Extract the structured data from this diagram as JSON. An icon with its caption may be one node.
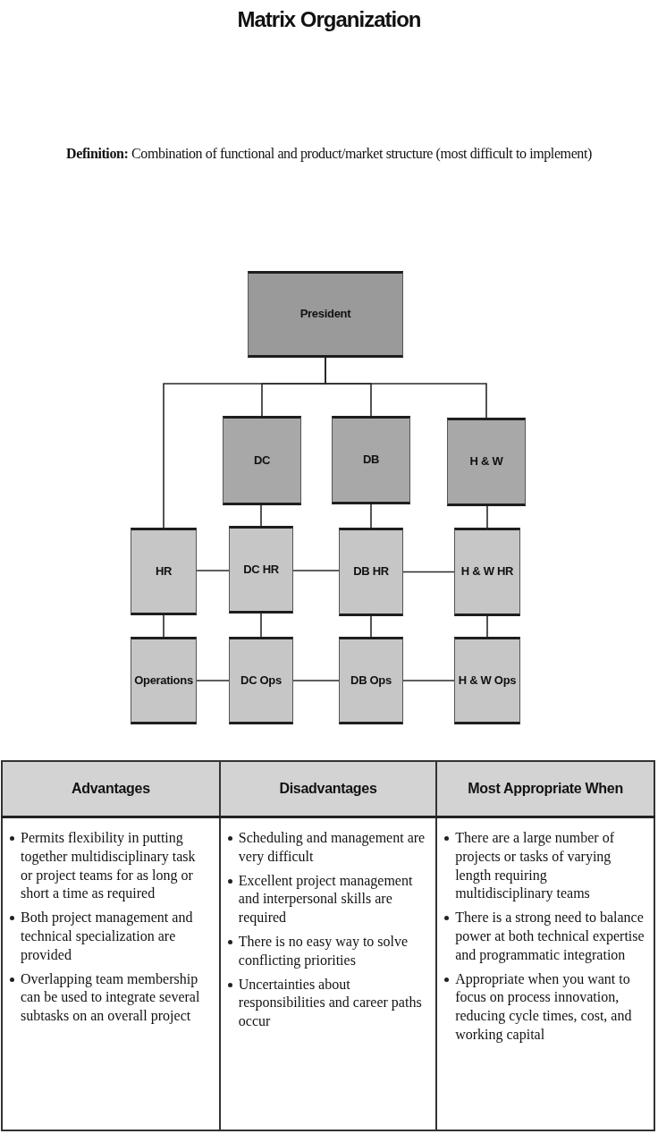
{
  "diagram": {
    "title": "Matrix Organization",
    "nodes": [
      {
        "text": [
          "President"
        ]
      },
      {
        "text": [
          "DC"
        ]
      },
      {
        "text": [
          "DB"
        ]
      },
      {
        "text": [
          "H & W"
        ]
      },
      {
        "text": [
          "HR"
        ]
      },
      {
        "text": [
          "DC HR"
        ]
      },
      {
        "text": [
          "DB HR"
        ]
      },
      {
        "text": [
          "H & W HR"
        ]
      },
      {
        "text": [
          "Operations"
        ]
      },
      {
        "text": [
          "DC Ops"
        ]
      },
      {
        "text": [
          "DB Ops"
        ]
      },
      {
        "text": [
          "H & W Ops"
        ]
      }
    ],
    "edges": [
      {
        "from": 0,
        "to": 4,
        "arrow": "none"
      },
      {
        "from": 0,
        "to": 1,
        "arrow": "none"
      },
      {
        "from": 0,
        "to": 2,
        "arrow": "none"
      },
      {
        "from": 0,
        "to": 3,
        "arrow": "none"
      },
      {
        "from": 1,
        "to": 5,
        "arrow": "none"
      },
      {
        "from": 2,
        "to": 6,
        "arrow": "none"
      },
      {
        "from": 3,
        "to": 7,
        "arrow": "none"
      },
      {
        "from": 4,
        "to": 5,
        "arrow": "none"
      },
      {
        "from": 5,
        "to": 6,
        "arrow": "none"
      },
      {
        "from": 6,
        "to": 7,
        "arrow": "none"
      },
      {
        "from": 4,
        "to": 8,
        "arrow": "none"
      },
      {
        "from": 5,
        "to": 9,
        "arrow": "none"
      },
      {
        "from": 6,
        "to": 10,
        "arrow": "none"
      },
      {
        "from": 7,
        "to": 11,
        "arrow": "none"
      },
      {
        "from": 8,
        "to": 9,
        "arrow": "none"
      },
      {
        "from": 9,
        "to": 10,
        "arrow": "none"
      },
      {
        "from": 10,
        "to": 11,
        "arrow": "none"
      }
    ],
    "labels": [
      "**Definition:** Combination of functional and product/market structure (most difficult to implement)",
      "Advantages",
      "Disadvantages",
      "Most Appropriate When",
      "Permits flexibility in putting together multidisciplinary task or project teams for as long or short a time as required",
      "Both project management and technical specialization are provided",
      "Overlapping team membership can be used to integrate several subtasks on an overall project",
      "Scheduling and management are very difficult",
      "Excellent project management and interpersonal skills are required",
      "There is no easy way to solve conflicting priorities",
      "Uncertainties about responsibilities and career paths occur",
      "There are a large number of projects or tasks of varying length requiring multidisciplinary teams",
      "There is a strong need to balance power at both technical expertise and programmatic integration",
      "Appropriate when you want to focus on process innovation, reducing cycle times, cost, and working capital"
    ]
  }
}
